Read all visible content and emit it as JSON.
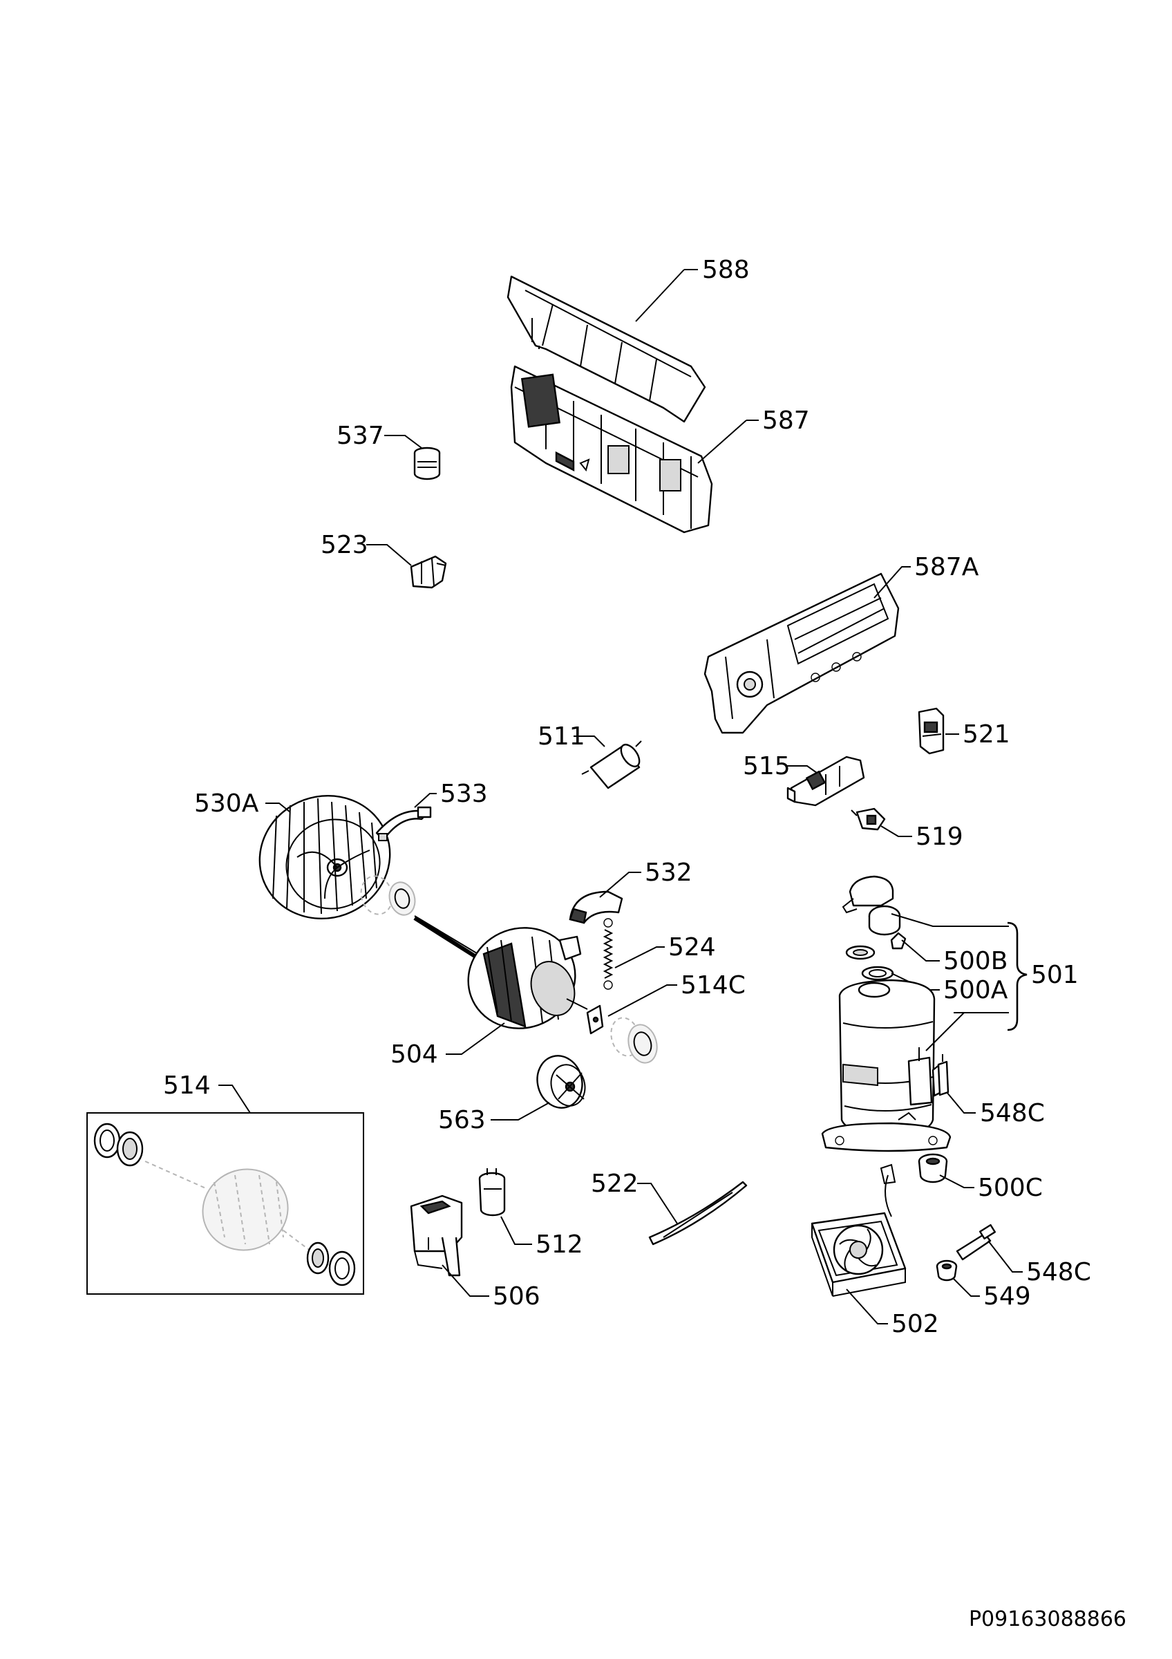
{
  "document_id": "P09163088866",
  "callouts": {
    "c588": "588",
    "c587": "587",
    "c537": "537",
    "c523": "523",
    "c587A": "587A",
    "c521": "521",
    "c511": "511",
    "c515": "515",
    "c519": "519",
    "c530A": "530A",
    "c533": "533",
    "c532": "532",
    "c524": "524",
    "c514C": "514C",
    "c504": "504",
    "c500B": "500B",
    "c500A": "500A",
    "c501": "501",
    "c548C_top": "548C",
    "c514": "514",
    "c563": "563",
    "c500C": "500C",
    "c522": "522",
    "c512": "512",
    "c506": "506",
    "c548C_bottom": "548C",
    "c549": "549",
    "c502": "502"
  }
}
